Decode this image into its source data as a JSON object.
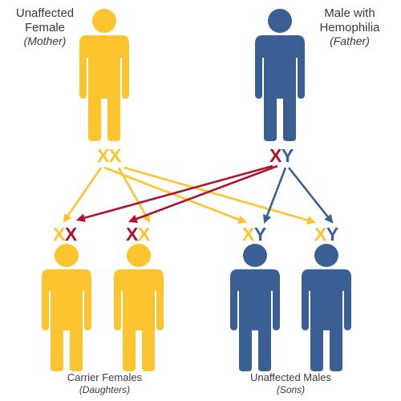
{
  "colors": {
    "unaffected": "#fcc42e",
    "hemophilia": "#3a5f95",
    "affected_x": "#b0122d",
    "label_text": "#3a3a3a"
  },
  "mother": {
    "label_line1": "Unaffected",
    "label_line2": "Female",
    "role": "(Mother)",
    "chromosomes": [
      {
        "letter": "X",
        "status": "unaffected"
      },
      {
        "letter": "X",
        "status": "unaffected"
      }
    ]
  },
  "father": {
    "label_line1": "Male with",
    "label_line2": "Hemophilia",
    "role": "(Father)",
    "chromosomes": [
      {
        "letter": "X",
        "status": "affected"
      },
      {
        "letter": "Y",
        "status": "hemophilia"
      }
    ]
  },
  "children": [
    {
      "chromosomes": [
        {
          "letter": "X",
          "status": "unaffected"
        },
        {
          "letter": "X",
          "status": "affected"
        }
      ]
    },
    {
      "chromosomes": [
        {
          "letter": "X",
          "status": "affected"
        },
        {
          "letter": "X",
          "status": "unaffected"
        }
      ]
    },
    {
      "chromosomes": [
        {
          "letter": "X",
          "status": "unaffected"
        },
        {
          "letter": "Y",
          "status": "hemophilia"
        }
      ]
    },
    {
      "chromosomes": [
        {
          "letter": "X",
          "status": "unaffected"
        },
        {
          "letter": "Y",
          "status": "hemophilia"
        }
      ]
    }
  ],
  "daughters_group": {
    "label": "Carrier Females",
    "role": "(Daughters)"
  },
  "sons_group": {
    "label": "Unaffected Males",
    "role": "(Sons)"
  },
  "icons": {
    "female": "person-icon",
    "male": "person-icon"
  }
}
